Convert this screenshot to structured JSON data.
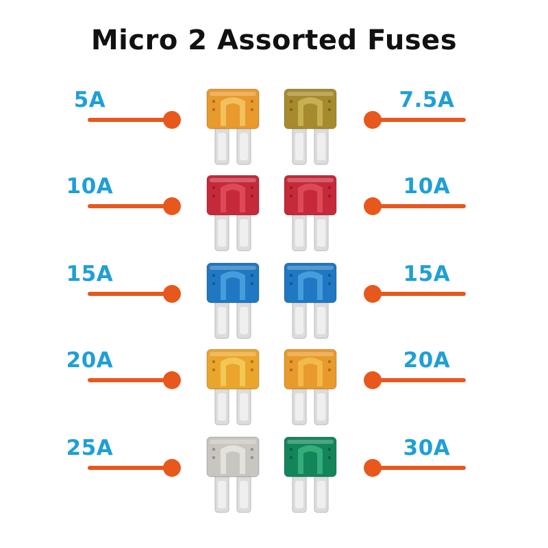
{
  "title": "Micro 2 Assorted Fuses",
  "colors": {
    "label": "#1f9fd6",
    "leader": "#e8571c",
    "blade": "#dcdcdc"
  },
  "rows": [
    {
      "left": {
        "label": "5A",
        "color": "#e89a2c",
        "color_light": "#f3c766"
      },
      "right": {
        "label": "7.5A",
        "color": "#a88a2e",
        "color_light": "#cdb658"
      }
    },
    {
      "left": {
        "label": "10A",
        "color": "#c62a3a",
        "color_light": "#e0505c"
      },
      "right": {
        "label": "10A",
        "color": "#c62a3a",
        "color_light": "#e0505c"
      }
    },
    {
      "left": {
        "label": "15A",
        "color": "#1f78c1",
        "color_light": "#4ca3e0"
      },
      "right": {
        "label": "15A",
        "color": "#1f78c1",
        "color_light": "#4ca3e0"
      }
    },
    {
      "left": {
        "label": "20A",
        "color": "#eaa52c",
        "color_light": "#f5cd5a"
      },
      "right": {
        "label": "20A",
        "color": "#e89a2c",
        "color_light": "#f3c04e"
      }
    },
    {
      "left": {
        "label": "25A",
        "color": "#c9c6c2",
        "color_light": "#e8e6e2"
      },
      "right": {
        "label": "30A",
        "color": "#13855a",
        "color_light": "#3cb381"
      }
    }
  ]
}
